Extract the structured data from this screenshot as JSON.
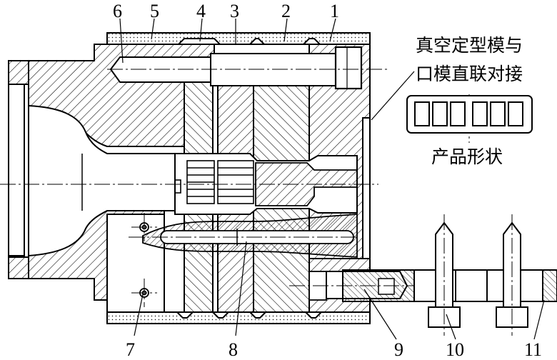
{
  "part_numbers": [
    "6",
    "5",
    "4",
    "3",
    "2",
    "1",
    "7",
    "8",
    "9",
    "10",
    "11"
  ],
  "caption_line1": "真空定型模与",
  "caption_line2": "口模直联对接",
  "product_caption": "产品形状"
}
